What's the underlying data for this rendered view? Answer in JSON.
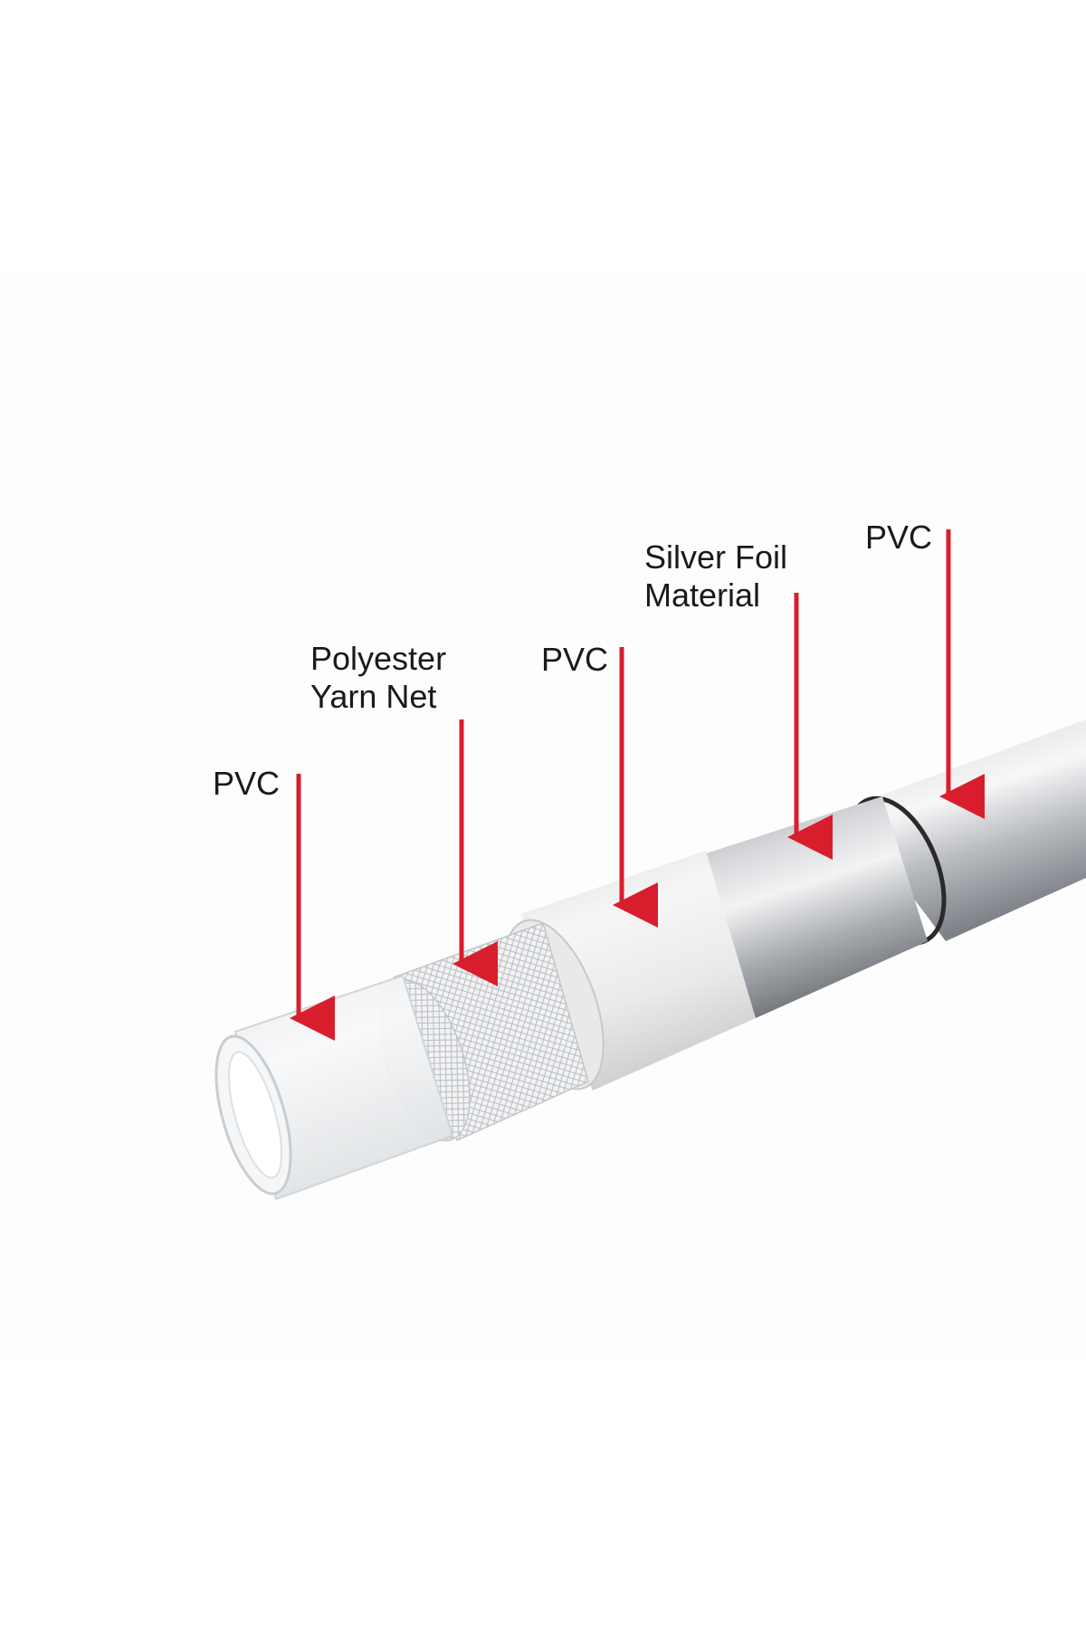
{
  "diagram": {
    "layers": [
      {
        "name": "PVC",
        "material": "clear-pvc"
      },
      {
        "name": "Polyester Yarn Net",
        "material": "mesh"
      },
      {
        "name": "PVC",
        "material": "white-pvc"
      },
      {
        "name": "Silver Foil Material",
        "material": "foil"
      },
      {
        "name": "PVC",
        "material": "outer-pvc"
      }
    ],
    "labels": {
      "inner_pvc": "PVC",
      "yarn_net_line1": "Polyester",
      "yarn_net_line2": "Yarn Net",
      "middle_pvc": "PVC",
      "foil_line1": "Silver Foil",
      "foil_line2": "Material",
      "outer_pvc": "PVC"
    },
    "colors": {
      "arrow": "#d81e2c",
      "text": "#1a1a1a",
      "clear_pvc": "#eef0f2",
      "white_pvc": "#f4f4f4",
      "foil": "#bfc2c6",
      "outer_pvc": "#c9ccd0"
    }
  }
}
